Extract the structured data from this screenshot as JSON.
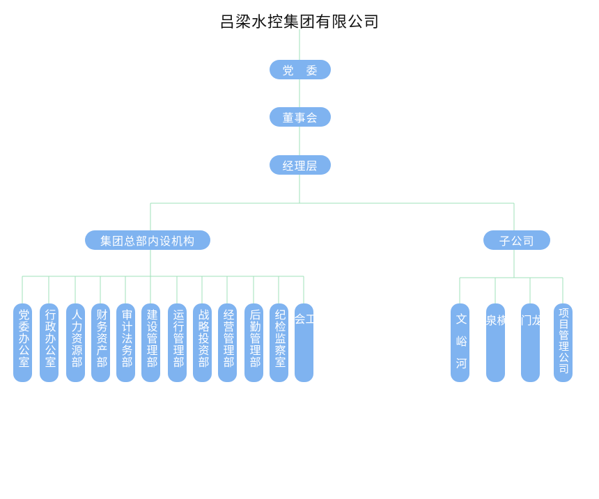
{
  "title": "吕梁水控集团有限公司",
  "colors": {
    "node": "#7fb3f0",
    "node_text": "#ffffff",
    "line": "#9fe0b8"
  },
  "top_nodes": {
    "party": "党　委",
    "board": "董事会",
    "management": "经理层"
  },
  "branches": {
    "internal": "集团总部内设机构",
    "subsidiaries": "子公司"
  },
  "departments": [
    "党委办公室",
    "行政办公室",
    "人力资源部",
    "财务资产部",
    "审计法务部",
    "建设管理部",
    "运行管理部",
    "战略投资部",
    "经营管理部",
    "后勤管理部",
    "纪检监察室",
    "工会"
  ],
  "subsidiaries": [
    "文峪河",
    "横泉",
    "龙门",
    "项目管理公司"
  ]
}
